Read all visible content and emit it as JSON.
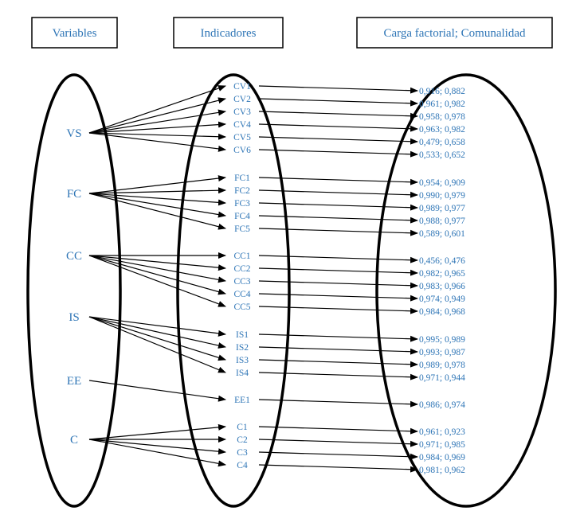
{
  "headers": {
    "variables": "Variables",
    "indicadores": "Indicadores",
    "carga": "Carga factorial; Comunalidad"
  },
  "colors": {
    "text": "#2e75b6",
    "lines": "#000000"
  },
  "variables": [
    {
      "label": "VS",
      "indicators": [
        {
          "label": "CV1",
          "value": "0,916; 0,882"
        },
        {
          "label": "CV2",
          "value": "0,961; 0,982"
        },
        {
          "label": "CV3",
          "value": "0,958; 0,978"
        },
        {
          "label": "CV4",
          "value": "0,963; 0,982"
        },
        {
          "label": "CV5",
          "value": "0,479; 0,658"
        },
        {
          "label": "CV6",
          "value": "0,533; 0,652"
        }
      ]
    },
    {
      "label": "FC",
      "indicators": [
        {
          "label": "FC1",
          "value": "0,954; 0,909"
        },
        {
          "label": "FC2",
          "value": "0,990; 0,979"
        },
        {
          "label": "FC3",
          "value": "0,989; 0,977"
        },
        {
          "label": "FC4",
          "value": "0,988; 0,977"
        },
        {
          "label": "FC5",
          "value": "0,589; 0,601"
        }
      ]
    },
    {
      "label": "CC",
      "indicators": [
        {
          "label": "CC1",
          "value": "0,456; 0,476"
        },
        {
          "label": "CC2",
          "value": "0,982; 0,965"
        },
        {
          "label": "CC3",
          "value": "0,983; 0,966"
        },
        {
          "label": "CC4",
          "value": "0,974; 0,949"
        },
        {
          "label": "CC5",
          "value": "0,984; 0,968"
        }
      ]
    },
    {
      "label": "IS",
      "indicators": [
        {
          "label": "IS1",
          "value": "0,995; 0,989"
        },
        {
          "label": "IS2",
          "value": "0,993; 0,987"
        },
        {
          "label": "IS3",
          "value": "0,989; 0,978"
        },
        {
          "label": "IS4",
          "value": "0,971; 0,944"
        }
      ]
    },
    {
      "label": "EE",
      "indicators": [
        {
          "label": "EE1",
          "value": "0,986; 0,974"
        }
      ]
    },
    {
      "label": "C",
      "indicators": [
        {
          "label": "C1",
          "value": "0,961; 0,923"
        },
        {
          "label": "C2",
          "value": "0,971; 0,985"
        },
        {
          "label": "C3",
          "value": "0,984; 0,969"
        },
        {
          "label": "C4",
          "value": "0,981; 0,962"
        }
      ]
    }
  ]
}
